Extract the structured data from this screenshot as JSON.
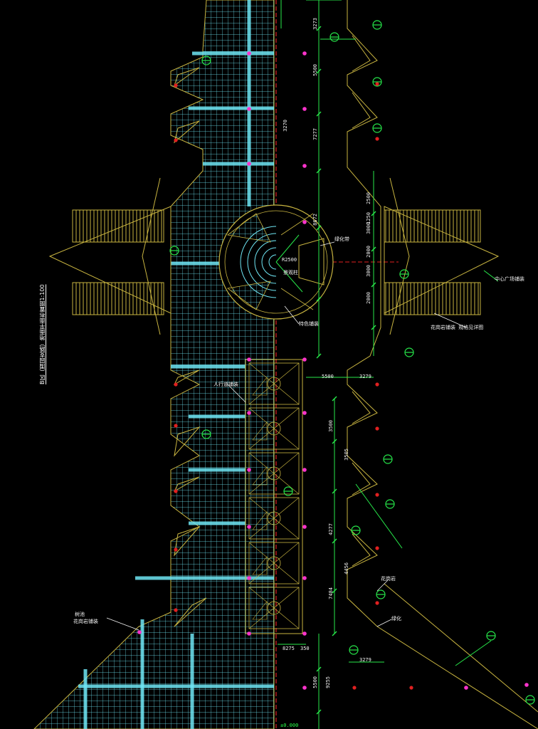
{
  "drawing": {
    "title": "B区（围园支路）地面平面布置图1:100",
    "colors": {
      "background": "#000000",
      "outline": "#c8b440",
      "grid": "#6fe7f5",
      "axis": "#e02020",
      "dimension": "#27e84a",
      "marker": "#ff33cc"
    }
  },
  "dims": {
    "d1": "3273",
    "d2": "5500",
    "d3": "3270",
    "d4": "7277",
    "d5": "8672",
    "d6": "2500",
    "d7": "1250",
    "d8": "3000",
    "d9": "2000",
    "d10": "3000",
    "d11": "2000",
    "d12": "5500",
    "d13": "3279",
    "d14": "8275",
    "d15": "350",
    "d16": "3279",
    "d17": "5500",
    "d18": "9255",
    "d19": "3500",
    "d20": "4277",
    "d21": "7484",
    "d22": "4456",
    "d23": "3505",
    "d24": "R2500"
  },
  "labels": {
    "t1": "人行道铺装",
    "t2": "树池",
    "t3": "花岗岩铺装",
    "t4": "绿化带",
    "t5": "特色铺装",
    "t6": "花岗岩铺装 规格见详图",
    "t7": "中心广场铺装",
    "t8": "花岗岩",
    "t9": "绿化",
    "t10": "±0.000",
    "t11": "景观柱"
  }
}
